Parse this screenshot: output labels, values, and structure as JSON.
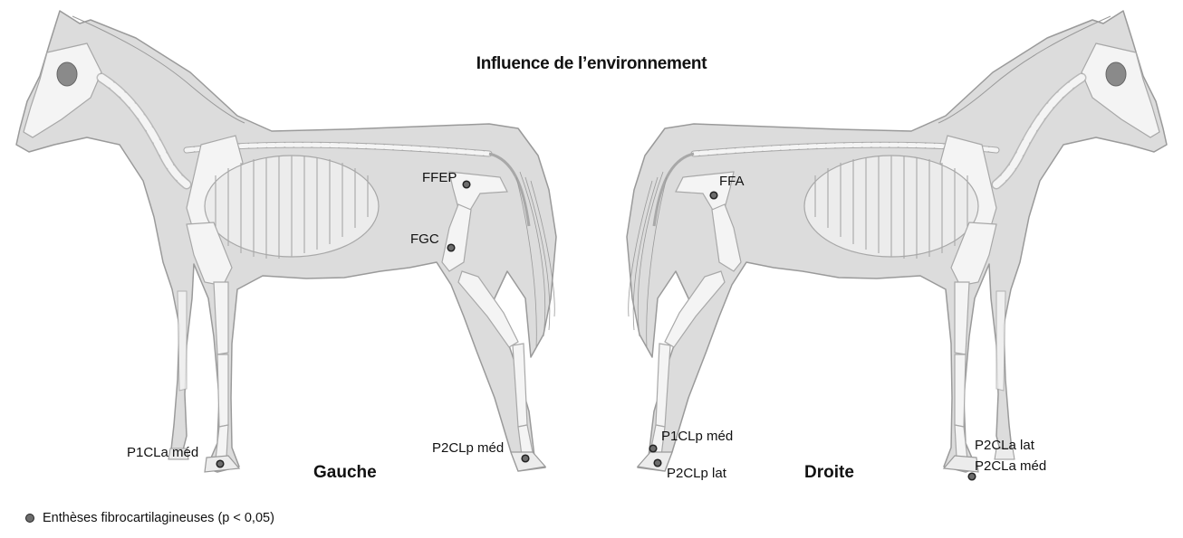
{
  "title": "Influence de l’environnement",
  "sides": {
    "left": "Gauche",
    "right": "Droite"
  },
  "legend": {
    "text": "Enthèses fibrocartilagineuses (p < 0,05)",
    "marker_color": "#6d6d6d"
  },
  "colors": {
    "silhouette": "#dcdcdc",
    "outline": "#9a9a9a",
    "bone": "#f4f4f4",
    "bone_stroke": "#a8a8a8",
    "point": "#6d6d6d"
  },
  "labels": {
    "ffep": "FFEP",
    "fgc": "FGC",
    "p1cla_med": "P1CLa méd",
    "p2clp_med": "P2CLp méd",
    "ffa": "FFA",
    "p1clp_med": "P1CLp méd",
    "p2clp_lat": "P2CLp lat",
    "p2cla_lat": "P2CLa lat",
    "p2cla_med": "P2CLa méd"
  }
}
